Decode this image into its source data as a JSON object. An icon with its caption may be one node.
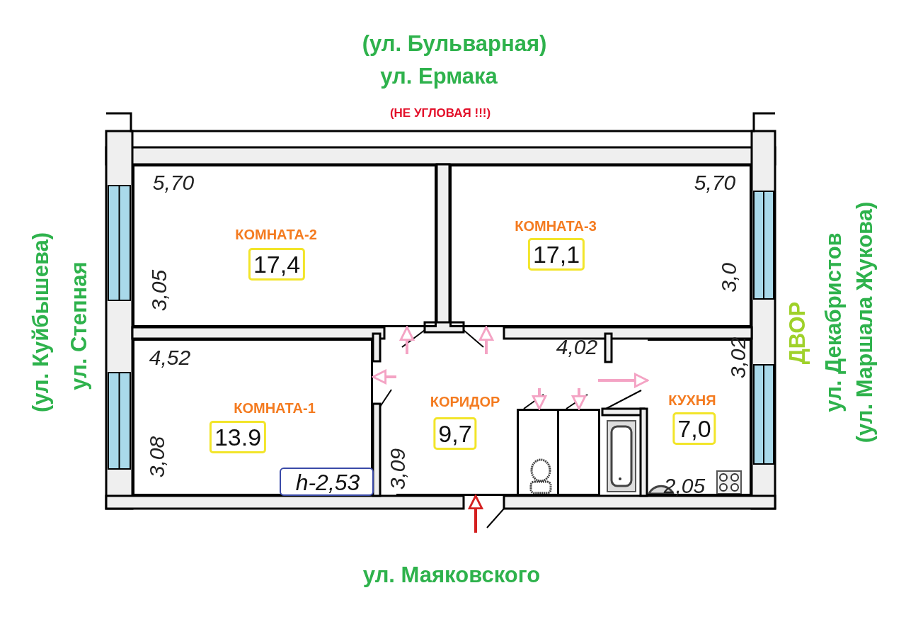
{
  "diagram": {
    "nodes": [
      {
        "text": [
          "КОМНАТА-2",
          "17,4"
        ]
      },
      {
        "text": [
          "КОМНАТА-3",
          "17,1"
        ]
      },
      {
        "text": [
          "КОМНАТА-1",
          "13.9"
        ]
      },
      {
        "text": [
          "h-2,53"
        ],
        "in": 2
      },
      {
        "text": [
          "КОРИДОР",
          "9,7"
        ]
      },
      {
        "text": [
          "КУХНЯ",
          "7,0"
        ]
      },
      {
        "text": [],
        "shape": "box"
      },
      {
        "text": [],
        "shape": "box"
      }
    ],
    "edges": [
      {
        "from": 4,
        "to": 0,
        "arrow": "to"
      },
      {
        "from": 4,
        "to": 1,
        "arrow": "to"
      },
      {
        "from": 4,
        "to": 2,
        "arrow": "to"
      },
      {
        "from": null,
        "to": 5,
        "arrow": "to"
      },
      {
        "from": null,
        "to": 6,
        "arrow": "to"
      },
      {
        "from": null,
        "to": 7,
        "arrow": "to"
      },
      {
        "from": null,
        "to": 4,
        "arrow": "to",
        "color": "#d42020"
      }
    ],
    "labels": [
      "(ул. Бульварная)",
      "ул. Ермака",
      "(НЕ УГЛОВАЯ !!!)",
      "5,70",
      "5,70",
      "(ул. Куйбышева)",
      "ул. Степная",
      "3,05",
      "3,0",
      "ДВОР",
      "ул. Декабристов",
      "(ул. Маршала Жукова)",
      "4,52",
      "4,02",
      "3,02",
      "3,08",
      "3,09",
      "2,05",
      "ул.  Маяковского"
    ]
  }
}
